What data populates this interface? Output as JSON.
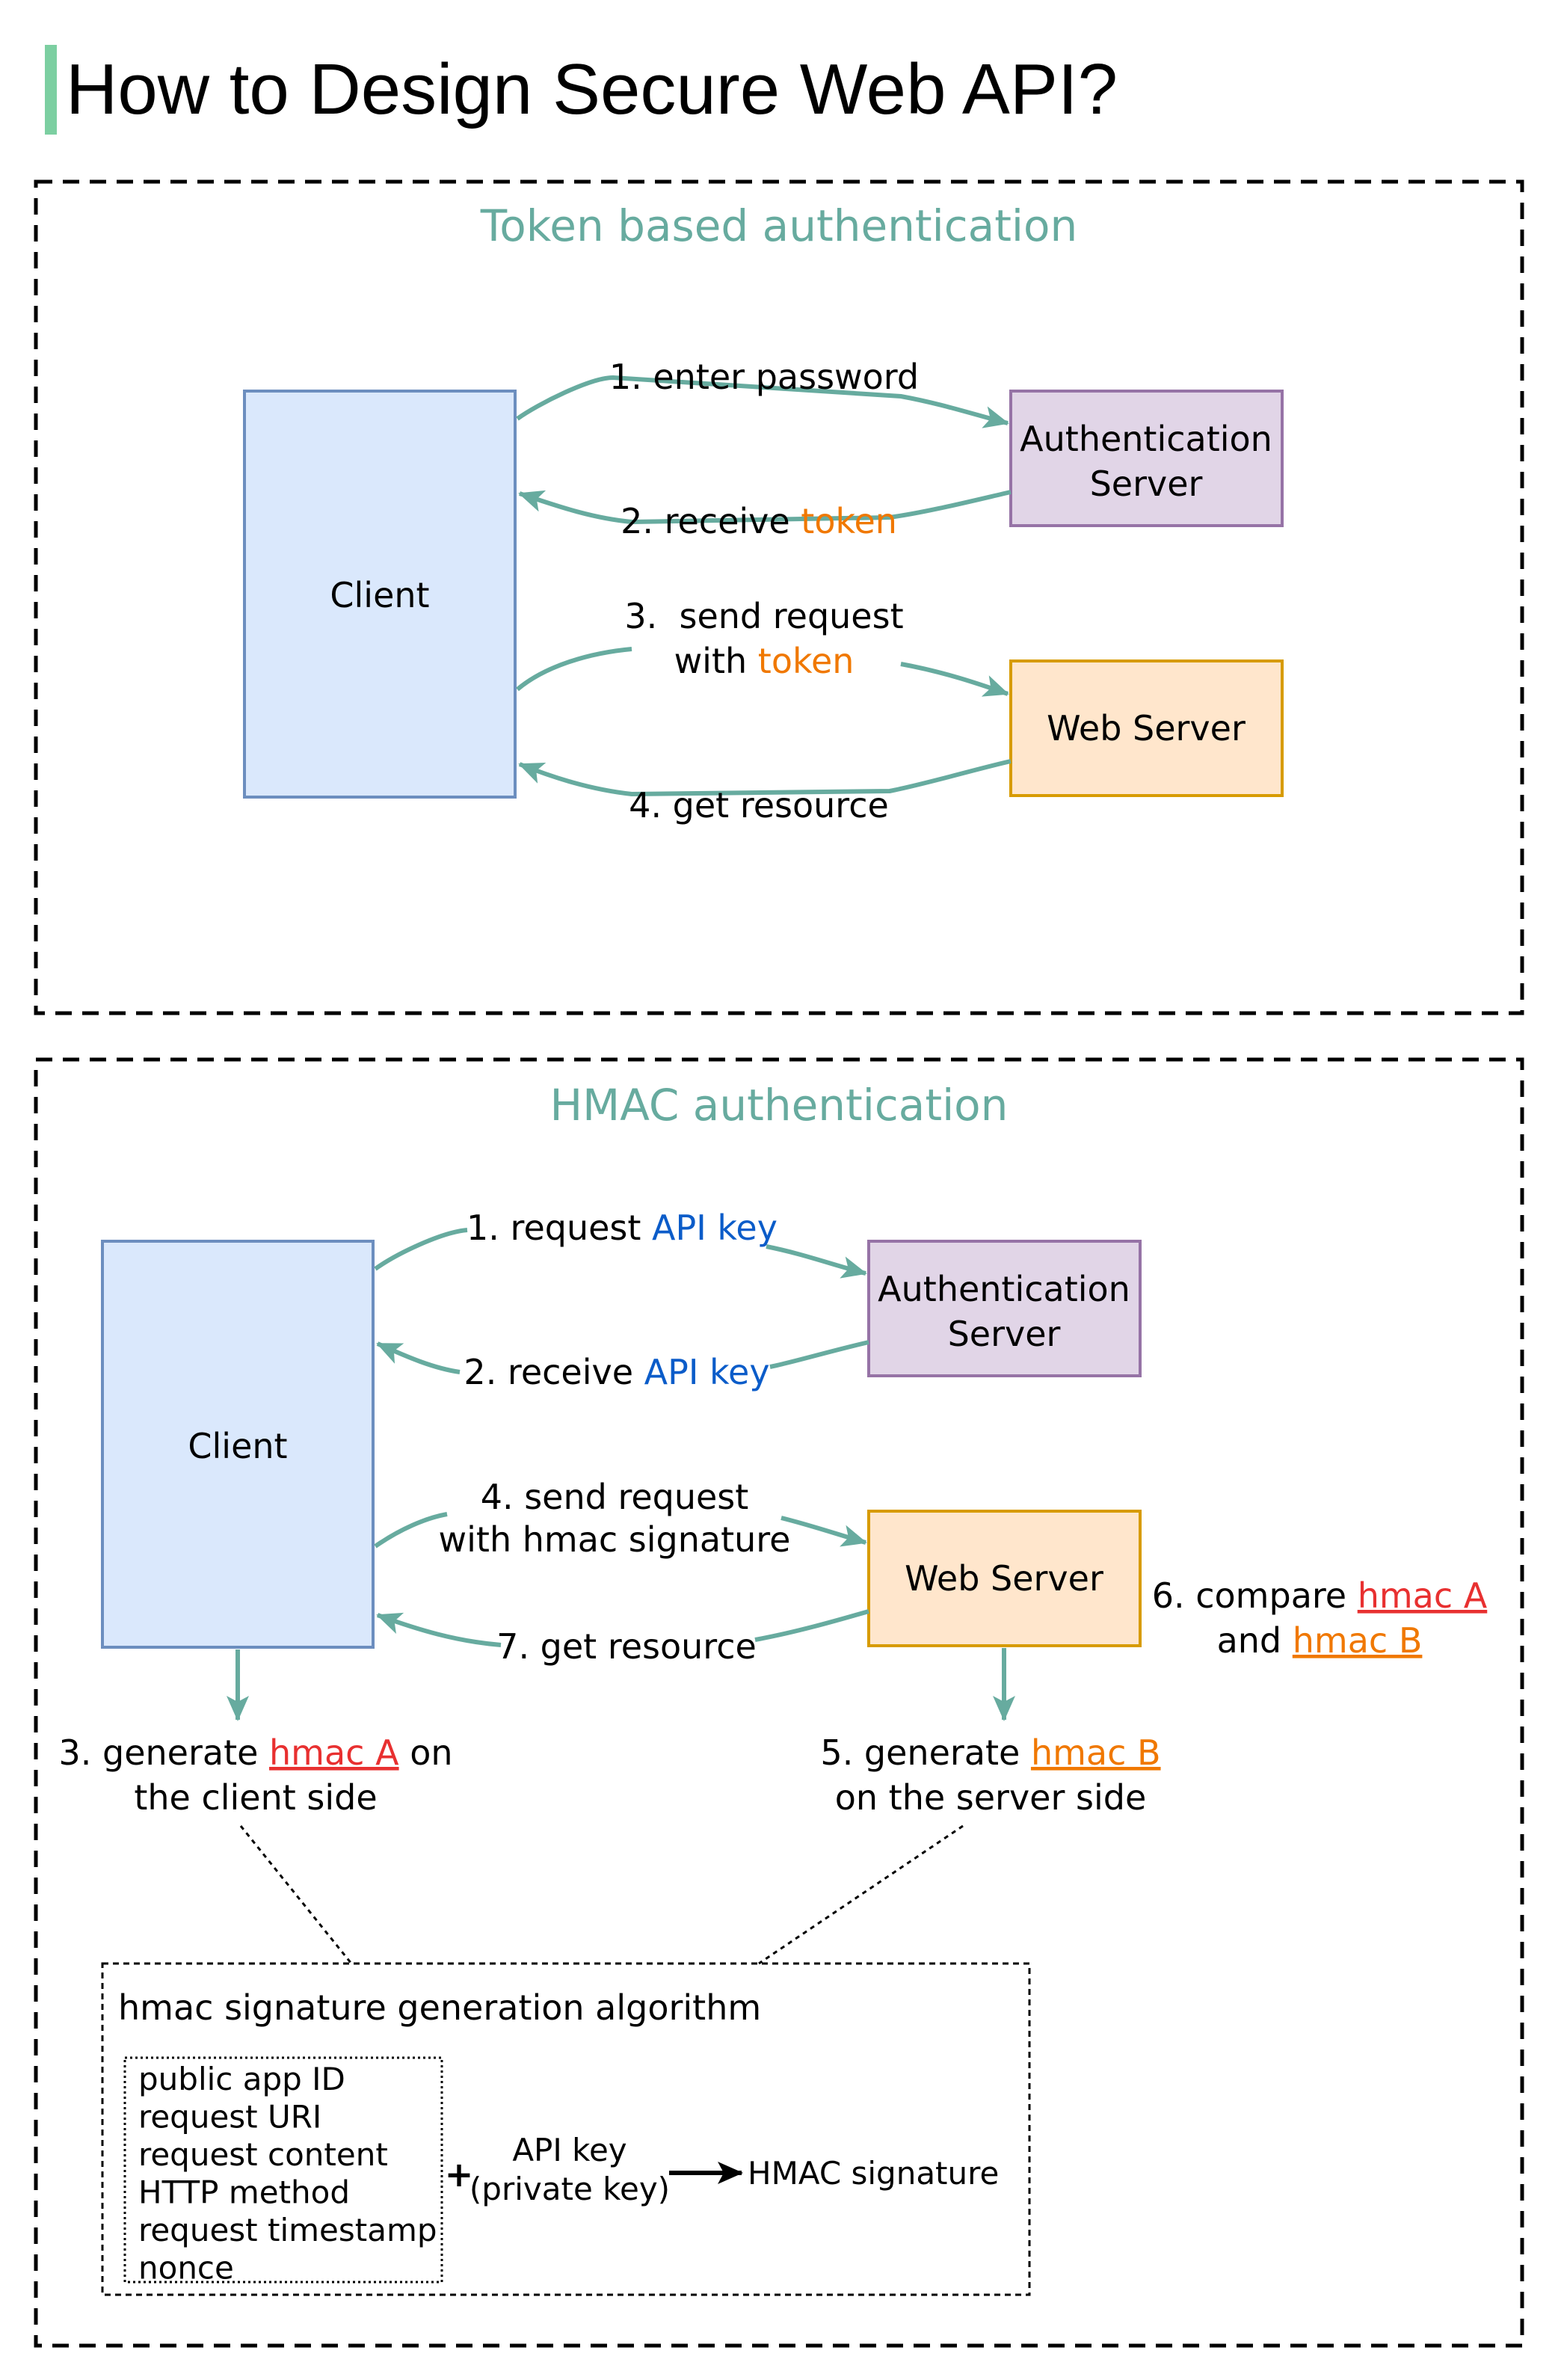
{
  "title": "How to Design Secure Web API?",
  "colors": {
    "accent_bar": "#7ccfa1",
    "section_title": "#67ab9f",
    "arrow": "#67ab9f",
    "client_fill": "#dae8fc",
    "client_stroke": "#6c8ebf",
    "auth_fill": "#e1d5e7",
    "auth_stroke": "#9673a6",
    "web_fill": "#ffe6cc",
    "web_stroke": "#d79b00",
    "token": "#f07800",
    "api_key": "#0b5cc9",
    "hmac_a": "#e83030",
    "hmac_b": "#f07800"
  },
  "token_section": {
    "title": "Token based authentication",
    "client": "Client",
    "auth_server_line1": "Authentication",
    "auth_server_line2": "Server",
    "web_server": "Web Server",
    "step1": "1. enter password",
    "step2_prefix": "2. receive ",
    "step2_token": "token",
    "step3_line1": "3.  send request",
    "step3_line2_prefix": "with ",
    "step3_token": "token",
    "step4": "4. get resource"
  },
  "hmac_section": {
    "title": "HMAC authentication",
    "client": "Client",
    "auth_server_line1": "Authentication",
    "auth_server_line2": "Server",
    "web_server": "Web Server",
    "step1_prefix": "1. request ",
    "step1_key": "API key",
    "step2_prefix": "2. receive ",
    "step2_key": "API key",
    "step3_prefix": "3. generate ",
    "step3_hmac": "hmac A",
    "step3_suffix": " on",
    "step3_line2": "the client side",
    "step4_line1": "4. send request",
    "step4_line2": "with hmac signature",
    "step5_prefix": "5. generate ",
    "step5_hmac": "hmac B",
    "step5_line2": "on the server side",
    "step6_prefix": "6. compare ",
    "step6_hmac_a": "hmac A",
    "step6_and": "and ",
    "step6_hmac_b": "hmac B",
    "step7": "7. get resource",
    "algorithm": {
      "title": "hmac signature generation algorithm",
      "inputs": [
        "public app ID",
        "request URI",
        "request content",
        "HTTP method",
        "request timestamp",
        "nonce"
      ],
      "plus": "+",
      "key_line1": "API key",
      "key_line2": "(private key)",
      "output": "HMAC signature"
    }
  }
}
